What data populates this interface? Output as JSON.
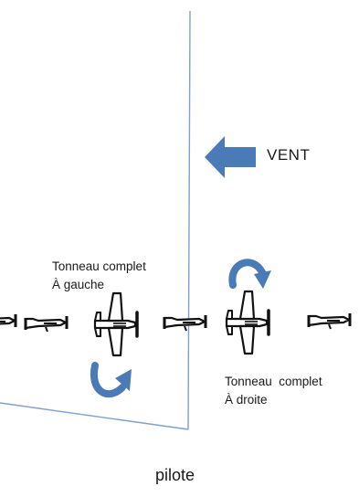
{
  "wind": {
    "label": "VENT",
    "color": "#4a7bb7",
    "icon": "left-arrow-icon"
  },
  "roll_left": {
    "line1": "Tonneau complet",
    "line2": "À gauche",
    "icon": "roll-arrow-down-icon"
  },
  "roll_right": {
    "line1": "Tonneau  complet",
    "line2": "À droite",
    "icon": "roll-arrow-up-icon"
  },
  "pilot": {
    "label": "pilote"
  },
  "colors": {
    "line": "#7f9fd0",
    "arrow": "#4a7bb7",
    "airplane": "#111111"
  }
}
